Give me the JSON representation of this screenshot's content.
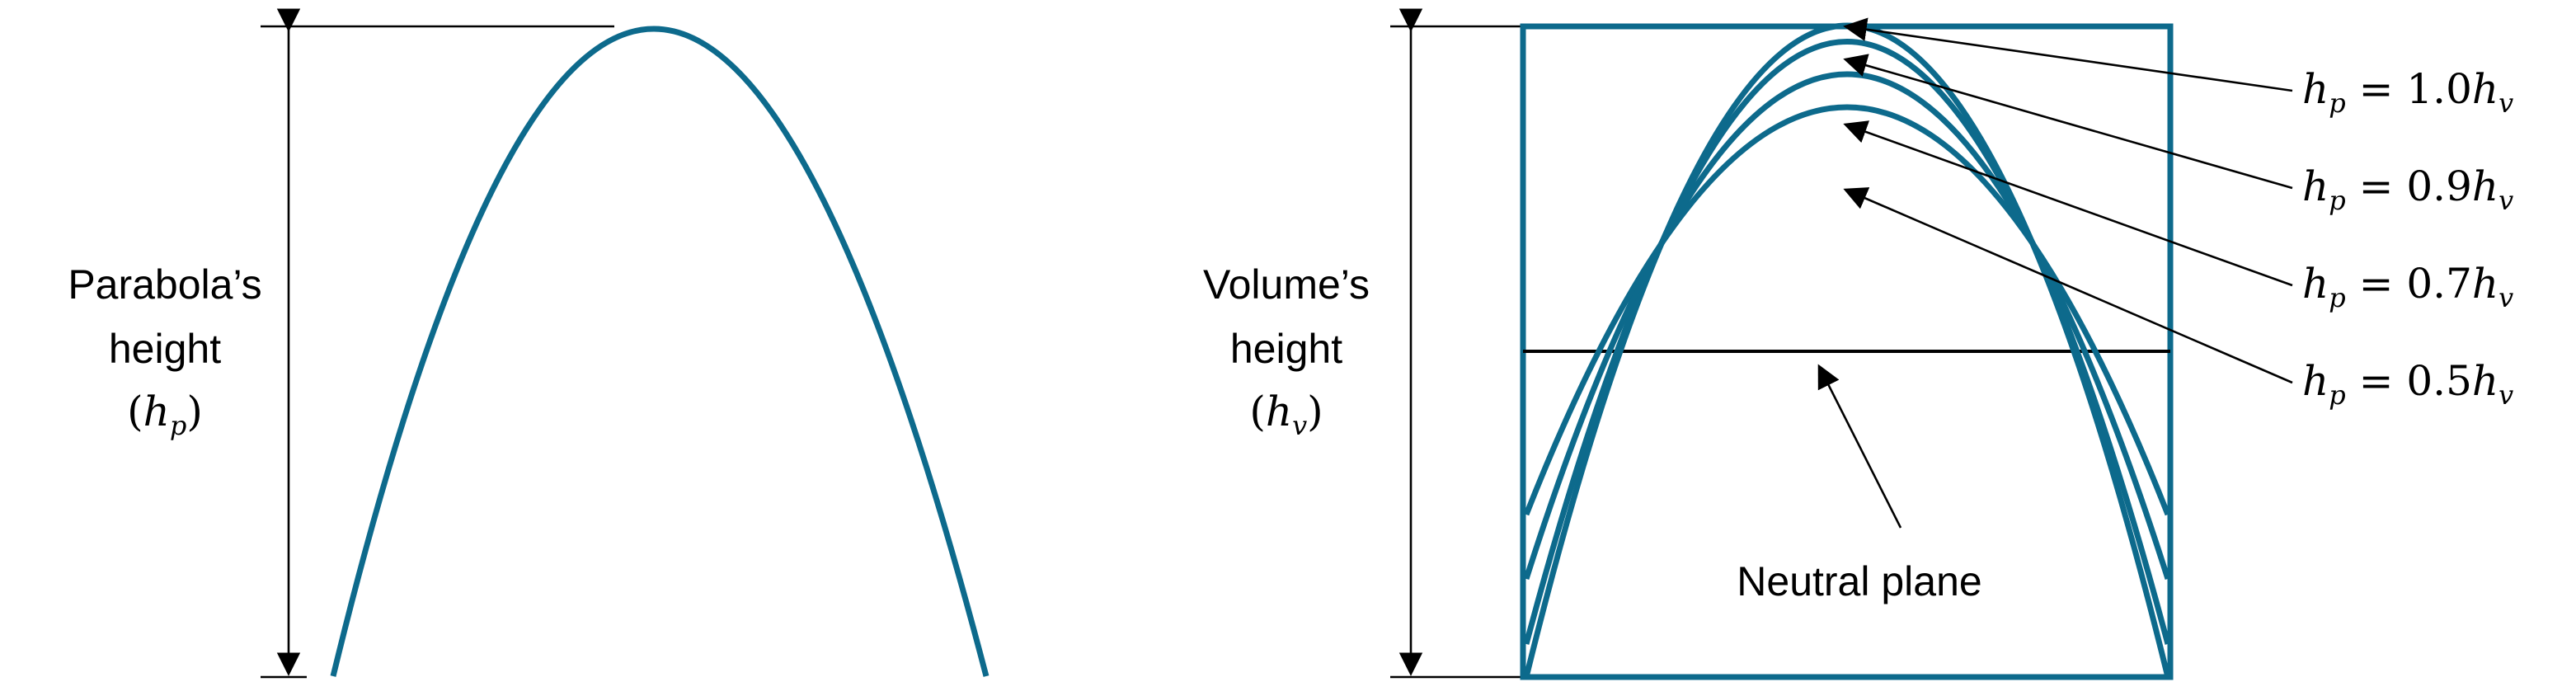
{
  "left_panel": {
    "label_lines": [
      "Parabola’s",
      "height"
    ],
    "label_symbol": {
      "base": "h",
      "sub": "p"
    }
  },
  "right_panel": {
    "label_lines": [
      "Volume’s",
      "height"
    ],
    "label_symbol": {
      "base": "h",
      "sub": "v"
    },
    "neutral_plane_label": "Neutral plane",
    "curves": [
      {
        "ratio": "1.0",
        "base": "h",
        "sub": "p",
        "rhs_base": "h",
        "rhs_sub": "v"
      },
      {
        "ratio": "0.9",
        "base": "h",
        "sub": "p",
        "rhs_base": "h",
        "rhs_sub": "v"
      },
      {
        "ratio": "0.7",
        "base": "h",
        "sub": "p",
        "rhs_base": "h",
        "rhs_sub": "v"
      },
      {
        "ratio": "0.5",
        "base": "h",
        "sub": "p",
        "rhs_base": "h",
        "rhs_sub": "v"
      }
    ]
  },
  "colors": {
    "curve": "#0d6a8c",
    "line": "#000000"
  }
}
